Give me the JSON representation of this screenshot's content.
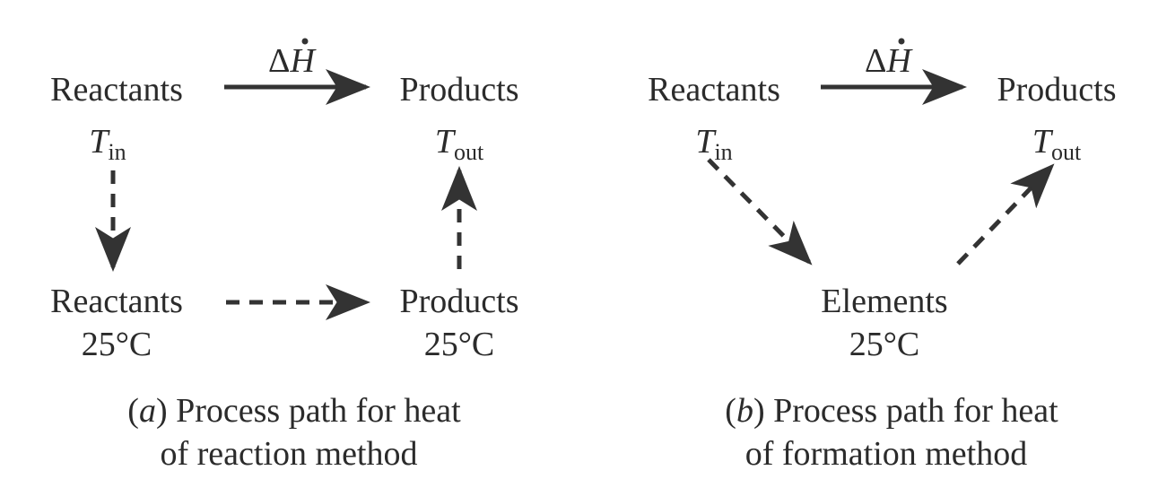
{
  "panel_a": {
    "top_left": {
      "name": "Reactants",
      "temp_symbol": "T",
      "temp_sub": "in"
    },
    "top_right": {
      "name": "Products",
      "temp_symbol": "T",
      "temp_sub": "out"
    },
    "bottom_left": {
      "name": "Reactants",
      "temp": "25°C"
    },
    "bottom_right": {
      "name": "Products",
      "temp": "25°C"
    },
    "arrow_label": {
      "delta": "Δ",
      "symbol": "H"
    },
    "caption": {
      "open": "(",
      "letter": "a",
      "line1_rest": ") Process path for heat",
      "line2": "of reaction method"
    }
  },
  "panel_b": {
    "top_left": {
      "name": "Reactants",
      "temp_symbol": "T",
      "temp_sub": "in"
    },
    "top_right": {
      "name": "Products",
      "temp_symbol": "T",
      "temp_sub": "out"
    },
    "bottom": {
      "name": "Elements",
      "temp": "25°C"
    },
    "arrow_label": {
      "delta": "Δ",
      "symbol": "H"
    },
    "caption": {
      "open": "(",
      "letter": "b",
      "line1_rest": ") Process path for heat",
      "line2": "of formation method"
    }
  },
  "colors": {
    "ink": "#2b2b2b",
    "arrow": "#333333",
    "background": "#ffffff"
  }
}
